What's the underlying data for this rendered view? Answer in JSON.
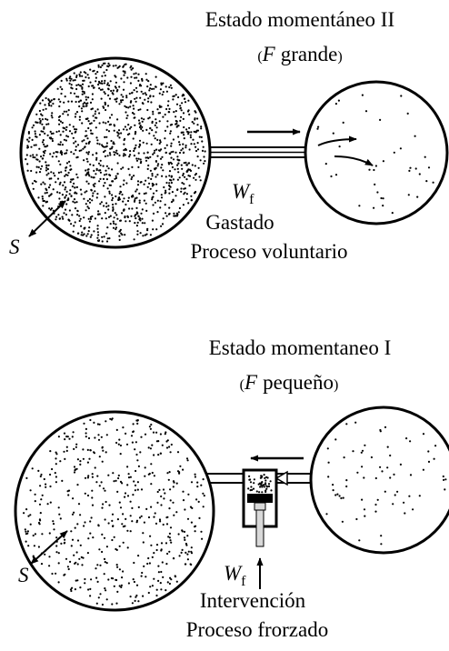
{
  "top": {
    "title": "Estado momentáneo II",
    "condition_symbol": "F",
    "condition_word": "grande",
    "work_symbol": "W",
    "work_subscript": "f",
    "work_label": "Gastado",
    "process_label": "Proceso voluntario",
    "entropy_symbol": "S"
  },
  "bottom": {
    "title": "Estado momentaneo I",
    "condition_symbol": "F",
    "condition_word": "pequeño",
    "work_symbol": "W",
    "work_subscript": "f",
    "work_label": "Intervención",
    "process_label": "Proceso frorzado",
    "entropy_symbol": "S"
  },
  "colors": {
    "ink": "#000000",
    "background": "#ffffff",
    "piston": "#d9d9d9"
  }
}
